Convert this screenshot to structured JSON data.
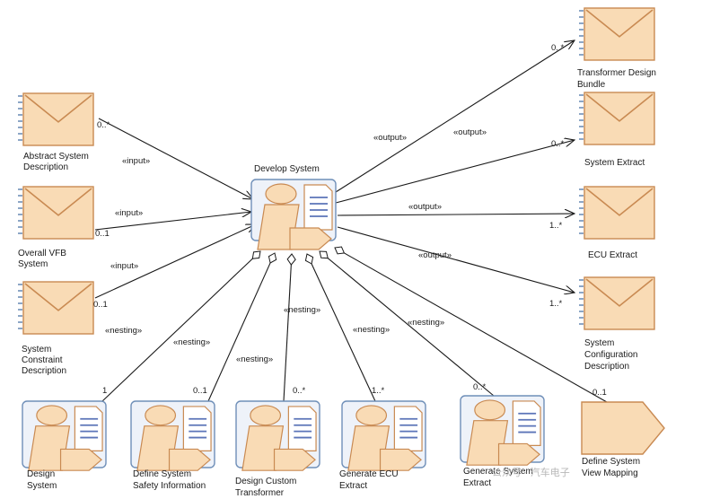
{
  "main_task": {
    "name": "Develop System"
  },
  "inputs": [
    {
      "name": "Abstract System Description",
      "lines": [
        "Abstract System",
        "Description"
      ],
      "multiplicity": "0..*",
      "stereotype": "«input»"
    },
    {
      "name": "Overall VFB System",
      "lines": [
        "Overall VFB",
        "System"
      ],
      "multiplicity": "0..1",
      "stereotype": "«input»"
    },
    {
      "name": "System Constraint Description",
      "lines": [
        "System",
        "Constraint",
        "Description"
      ],
      "multiplicity": "0..1",
      "stereotype": "«input»"
    }
  ],
  "outputs": [
    {
      "name": "Transformer Design Bundle",
      "lines": [
        "Transformer Design",
        "Bundle"
      ],
      "multiplicity": "0..*",
      "stereotype": "«output»"
    },
    {
      "name": "System Extract",
      "lines": [
        "System Extract"
      ],
      "multiplicity": "0..*",
      "stereotype": "«output»"
    },
    {
      "name": "ECU Extract",
      "lines": [
        "ECU Extract"
      ],
      "multiplicity": "1..*",
      "stereotype": "«output»"
    },
    {
      "name": "System Configuration Description",
      "lines": [
        "System",
        "Configuration",
        "Description"
      ],
      "multiplicity": "1..*",
      "stereotype": "«output»"
    }
  ],
  "nested": [
    {
      "name": "Design System",
      "lines": [
        "Design",
        "System"
      ],
      "multiplicity": "1",
      "stereotype": "«nesting»"
    },
    {
      "name": "Define System Safety Information",
      "lines": [
        "Define System",
        "Safety Information"
      ],
      "multiplicity": "0..1",
      "stereotype": "«nesting»"
    },
    {
      "name": "Design Custom Transformer",
      "lines": [
        "Design Custom",
        "Transformer"
      ],
      "multiplicity": "0..*",
      "stereotype": "«nesting»"
    },
    {
      "name": "Generate ECU Extract",
      "lines": [
        "Generate ECU",
        "Extract"
      ],
      "multiplicity": "1..*",
      "stereotype": "«nesting»"
    },
    {
      "name": "Generate System Extract",
      "lines": [
        "Generate System",
        "Extract"
      ],
      "multiplicity": "0..*",
      "stereotype": "«nesting»"
    },
    {
      "name": "Define System View Mapping",
      "lines": [
        "Define System",
        "View Mapping"
      ],
      "multiplicity": "0..1",
      "stereotype": "«nesting»"
    }
  ],
  "watermark": "公众号 · 汽车电子",
  "colors": {
    "fill": "#f9dbb5",
    "stroke": "#c98a52",
    "task_border": "#6f8fb8",
    "task_bg": "#eef2f9",
    "line": "#1a1a1a"
  },
  "icons": {
    "work_product": "envelope-icon",
    "task": "task-icon",
    "task_use": "pentagon-icon"
  }
}
